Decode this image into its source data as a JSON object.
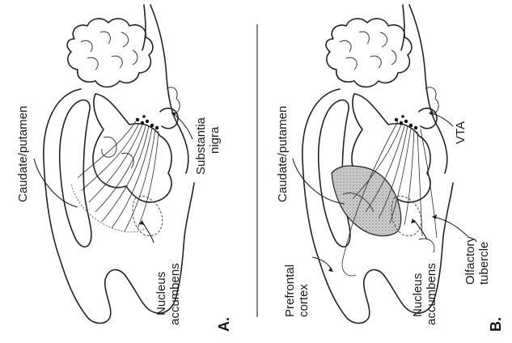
{
  "figure": {
    "panel_a": {
      "letter": "A.",
      "labels": {
        "caudate_putamen": "Caudate/putamen",
        "nucleus_accumbens_line1": "Nucleus",
        "nucleus_accumbens_line2": "accumbens",
        "substantia_nigra_line1": "Substantia",
        "substantia_nigra_line2": "nigra"
      }
    },
    "panel_b": {
      "letter": "B.",
      "labels": {
        "caudate_putamen": "Caudate/putamen",
        "prefrontal_cortex_line1": "Prefrontal",
        "prefrontal_cortex_line2": "cortex",
        "nucleus_accumbens_line1": "Nucleus",
        "nucleus_accumbens_line2": "accumbens",
        "olfactory_tubercle_line1": "Olfactory",
        "olfactory_tubercle_line2": "tubercle",
        "vta": "VTA"
      }
    },
    "colors": {
      "ink": "#222222",
      "shade": "#bdbdbd",
      "background": "#ffffff"
    }
  }
}
